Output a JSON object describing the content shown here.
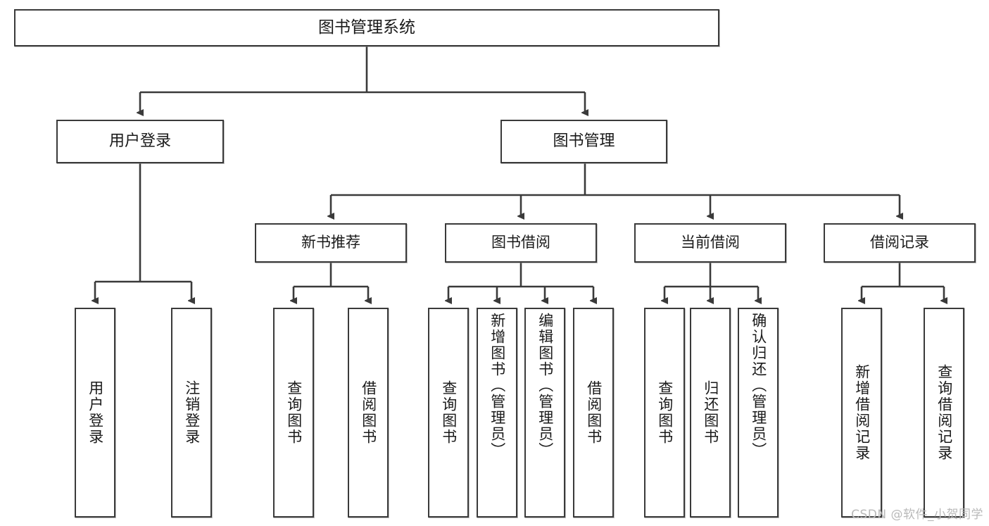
{
  "diagram": {
    "title": "图书管理系统",
    "type": "tree-structure-chart",
    "watermark": "CSDN @软件_小贺同学",
    "colors": {
      "box_border": "#3a3a3a",
      "box_fill": "#ffffff",
      "connector": "#3a3a3a",
      "text": "#1a1a1a",
      "watermark": "#b9b9b9"
    },
    "nodes": {
      "root": {
        "label": "图书管理系统"
      },
      "level1": [
        {
          "label": "用户登录"
        },
        {
          "label": "图书管理"
        }
      ],
      "level2": [
        {
          "label": "新书推荐"
        },
        {
          "label": "图书借阅"
        },
        {
          "label": "当前借阅"
        },
        {
          "label": "借阅记录"
        }
      ],
      "leaves": {
        "user_login": [
          {
            "label": "用户登录"
          },
          {
            "label": "注销登录"
          }
        ],
        "new_book_recommend": [
          {
            "label": "查询图书"
          },
          {
            "label": "借阅图书"
          }
        ],
        "book_borrow": [
          {
            "label": "查询图书"
          },
          {
            "label": "新增图书（管理员）"
          },
          {
            "label": "编辑图书（管理员）"
          },
          {
            "label": "借阅图书"
          }
        ],
        "current_borrow": [
          {
            "label": "查询图书"
          },
          {
            "label": "归还图书"
          },
          {
            "label": "确认归还（管理员）"
          }
        ],
        "borrow_record": [
          {
            "label": "新增借阅记录"
          },
          {
            "label": "查询借阅记录"
          }
        ]
      }
    }
  }
}
